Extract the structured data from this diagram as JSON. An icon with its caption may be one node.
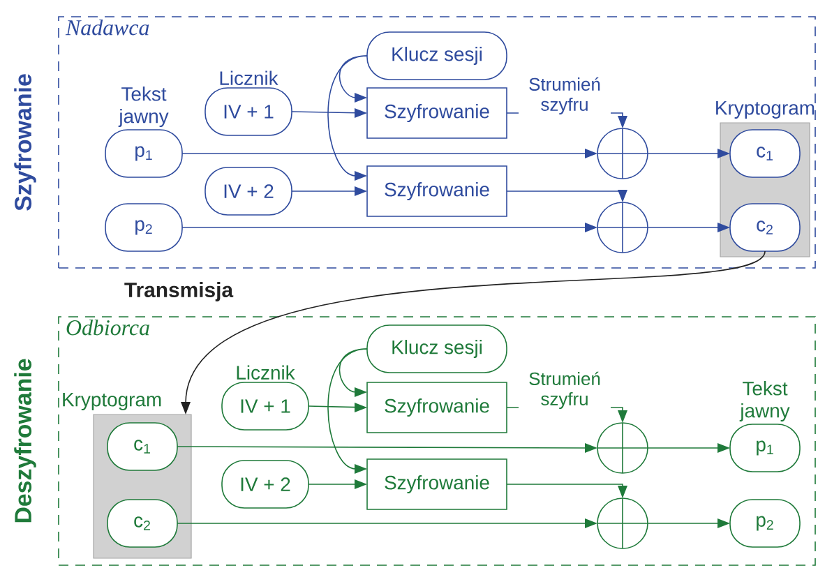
{
  "diagram": {
    "nodes": [
      {
        "text": [
          "Nadawca"
        ]
      },
      {
        "text": [
          "p$_{1}$"
        ],
        "beside": [
          "Tekst jawny"
        ],
        "in": 0
      },
      {
        "text": [
          "p$_{2}$"
        ],
        "in": 0
      },
      {
        "text": [
          "IV + 1"
        ],
        "beside": [
          "Licznik"
        ],
        "in": 0
      },
      {
        "text": [
          "IV + 2"
        ],
        "in": 0
      },
      {
        "text": [
          "Klucz sesji"
        ],
        "in": 0
      },
      {
        "text": [
          "Szyfrowanie"
        ],
        "in": 0
      },
      {
        "text": [
          "Szyfrowanie"
        ],
        "in": 0
      },
      {
        "text": [],
        "shape": "circle",
        "in": 0
      },
      {
        "text": [],
        "shape": "circle",
        "in": 0
      },
      {
        "text": [
          "Kryptogram"
        ],
        "in": 0
      },
      {
        "text": [
          "c$_{1}$"
        ],
        "in": 10
      },
      {
        "text": [
          "c$_{2}$"
        ],
        "in": 10
      },
      {
        "text": [
          "Odbiorca"
        ]
      },
      {
        "text": [
          "Kryptogram"
        ],
        "in": 13
      },
      {
        "text": [
          "c$_{1}$"
        ],
        "in": 14
      },
      {
        "text": [
          "c$_{2}$"
        ],
        "in": 14
      },
      {
        "text": [
          "IV + 1"
        ],
        "beside": [
          "Licznik"
        ],
        "in": 13
      },
      {
        "text": [
          "IV + 2"
        ],
        "in": 13
      },
      {
        "text": [
          "Klucz sesji"
        ],
        "in": 13
      },
      {
        "text": [
          "Szyfrowanie"
        ],
        "in": 13
      },
      {
        "text": [
          "Szyfrowanie"
        ],
        "in": 13
      },
      {
        "text": [],
        "shape": "circle",
        "in": 13
      },
      {
        "text": [],
        "shape": "circle",
        "in": 13
      },
      {
        "text": [
          "p$_{1}$"
        ],
        "beside": [
          "Tekst jawny"
        ],
        "in": 13
      },
      {
        "text": [
          "p$_{2}$"
        ],
        "in": 13
      }
    ],
    "edges": [
      {
        "from": 3,
        "to": 6,
        "arrow": "to"
      },
      {
        "from": 4,
        "to": 7,
        "arrow": "to"
      },
      {
        "from": 5,
        "to": 6,
        "arrow": "to"
      },
      {
        "from": 5,
        "to": 7,
        "arrow": "to"
      },
      {
        "from": 1,
        "to": 8,
        "arrow": "to"
      },
      {
        "from": 6,
        "to": 8,
        "arrow": "to",
        "label": "Strumień szyfru"
      },
      {
        "from": 7,
        "to": 9,
        "arrow": "to"
      },
      {
        "from": 2,
        "to": 9,
        "arrow": "to"
      },
      {
        "from": 8,
        "to": 11,
        "arrow": "to"
      },
      {
        "from": 9,
        "to": 12,
        "arrow": "to"
      },
      {
        "from": 12,
        "to": 14,
        "arrow": "to",
        "color": "#222222"
      },
      {
        "from": 17,
        "to": 20,
        "arrow": "to",
        "color": "#1f7a3a"
      },
      {
        "from": 18,
        "to": 21,
        "arrow": "to",
        "color": "#1f7a3a"
      },
      {
        "from": 19,
        "to": 20,
        "arrow": "to",
        "color": "#1f7a3a"
      },
      {
        "from": 19,
        "to": 21,
        "arrow": "to",
        "color": "#1f7a3a"
      },
      {
        "from": 15,
        "to": 22,
        "arrow": "to",
        "color": "#1f7a3a"
      },
      {
        "from": 20,
        "to": 22,
        "arrow": "to",
        "label": "Strumień szyfru",
        "color": "#1f7a3a"
      },
      {
        "from": 21,
        "to": 23,
        "arrow": "to",
        "color": "#1f7a3a"
      },
      {
        "from": 16,
        "to": 23,
        "arrow": "to",
        "color": "#1f7a3a"
      },
      {
        "from": 22,
        "to": 24,
        "arrow": "to",
        "color": "#1f7a3a"
      },
      {
        "from": 23,
        "to": 25,
        "arrow": "to",
        "color": "#1f7a3a"
      }
    ],
    "labels": [
      "Szyfrowanie",
      "Transmisja",
      "Deszyfrowanie"
    ]
  }
}
